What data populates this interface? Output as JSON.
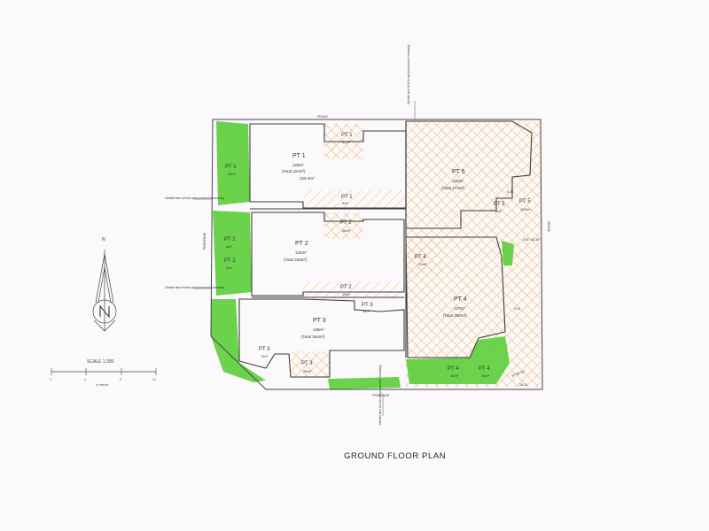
{
  "plan": {
    "title": "GROUND FLOOR PLAN",
    "colors": {
      "landscape": "#5fcf3e",
      "courtyard_hatch": "#f0c37e",
      "linework": "#444444",
      "background": "#fbf9fc"
    },
    "compass": {
      "label": "N"
    },
    "scale": {
      "label": "SCALE 1:200",
      "ticks": [
        "0",
        "4",
        "8",
        "12"
      ],
      "units": "in metres"
    },
    "boundary_labels": {
      "fence_top": "FENCE",
      "fence_bottom": "FRONTAGE",
      "fence_left": "FRONTAGE",
      "fence_right": "FENCE"
    },
    "notes": [
      "Outside face of brick wall produced to boundary",
      "Outside face of brick wall produced to boundary",
      "Outside face of brick wall produced to boundary",
      "Outside face of brick wall produced to boundary"
    ],
    "units": [
      {
        "name": "PT 1",
        "area": "128m²",
        "total": "(Total 224m²)",
        "extra": "229.4m²"
      },
      {
        "name": "PT 2",
        "area": "120m²",
        "total": "(Total 225m²)"
      },
      {
        "name": "PT 3",
        "area": "138m²",
        "total": "(Total 264m²)"
      },
      {
        "name": "PT 4",
        "area": "127m²",
        "total": "(Total 208m²)"
      },
      {
        "name": "PT 5",
        "area": "130m²",
        "total": "(Total 272m²)"
      }
    ],
    "small_parts": [
      {
        "name": "PT 1",
        "area": "47m²"
      },
      {
        "name": "PT 1",
        "area": "20m²"
      },
      {
        "name": "PT 1",
        "area": "9m²"
      },
      {
        "name": "PT 2",
        "area": "28m²"
      },
      {
        "name": "PT 2",
        "area": "15m²"
      },
      {
        "name": "PT 2",
        "area": "6m²"
      },
      {
        "name": "PT 2",
        "area": "4m²"
      },
      {
        "name": "PT 3",
        "area": "6m²"
      },
      {
        "name": "PT 3",
        "area": "2m²"
      },
      {
        "name": "PT 3",
        "area": "55m²"
      },
      {
        "name": "PT 4",
        "area": "22m²"
      },
      {
        "name": "PT 4",
        "area": "15m²"
      },
      {
        "name": "PT 4",
        "area": "33m²"
      },
      {
        "name": "PT 5",
        "area": "6m²"
      },
      {
        "name": "PT 5",
        "area": "103m²"
      }
    ],
    "dimensions": [
      "3.51° 43.38°",
      "87°55' 20°",
      "5.28",
      "3.16",
      "28.15"
    ]
  }
}
